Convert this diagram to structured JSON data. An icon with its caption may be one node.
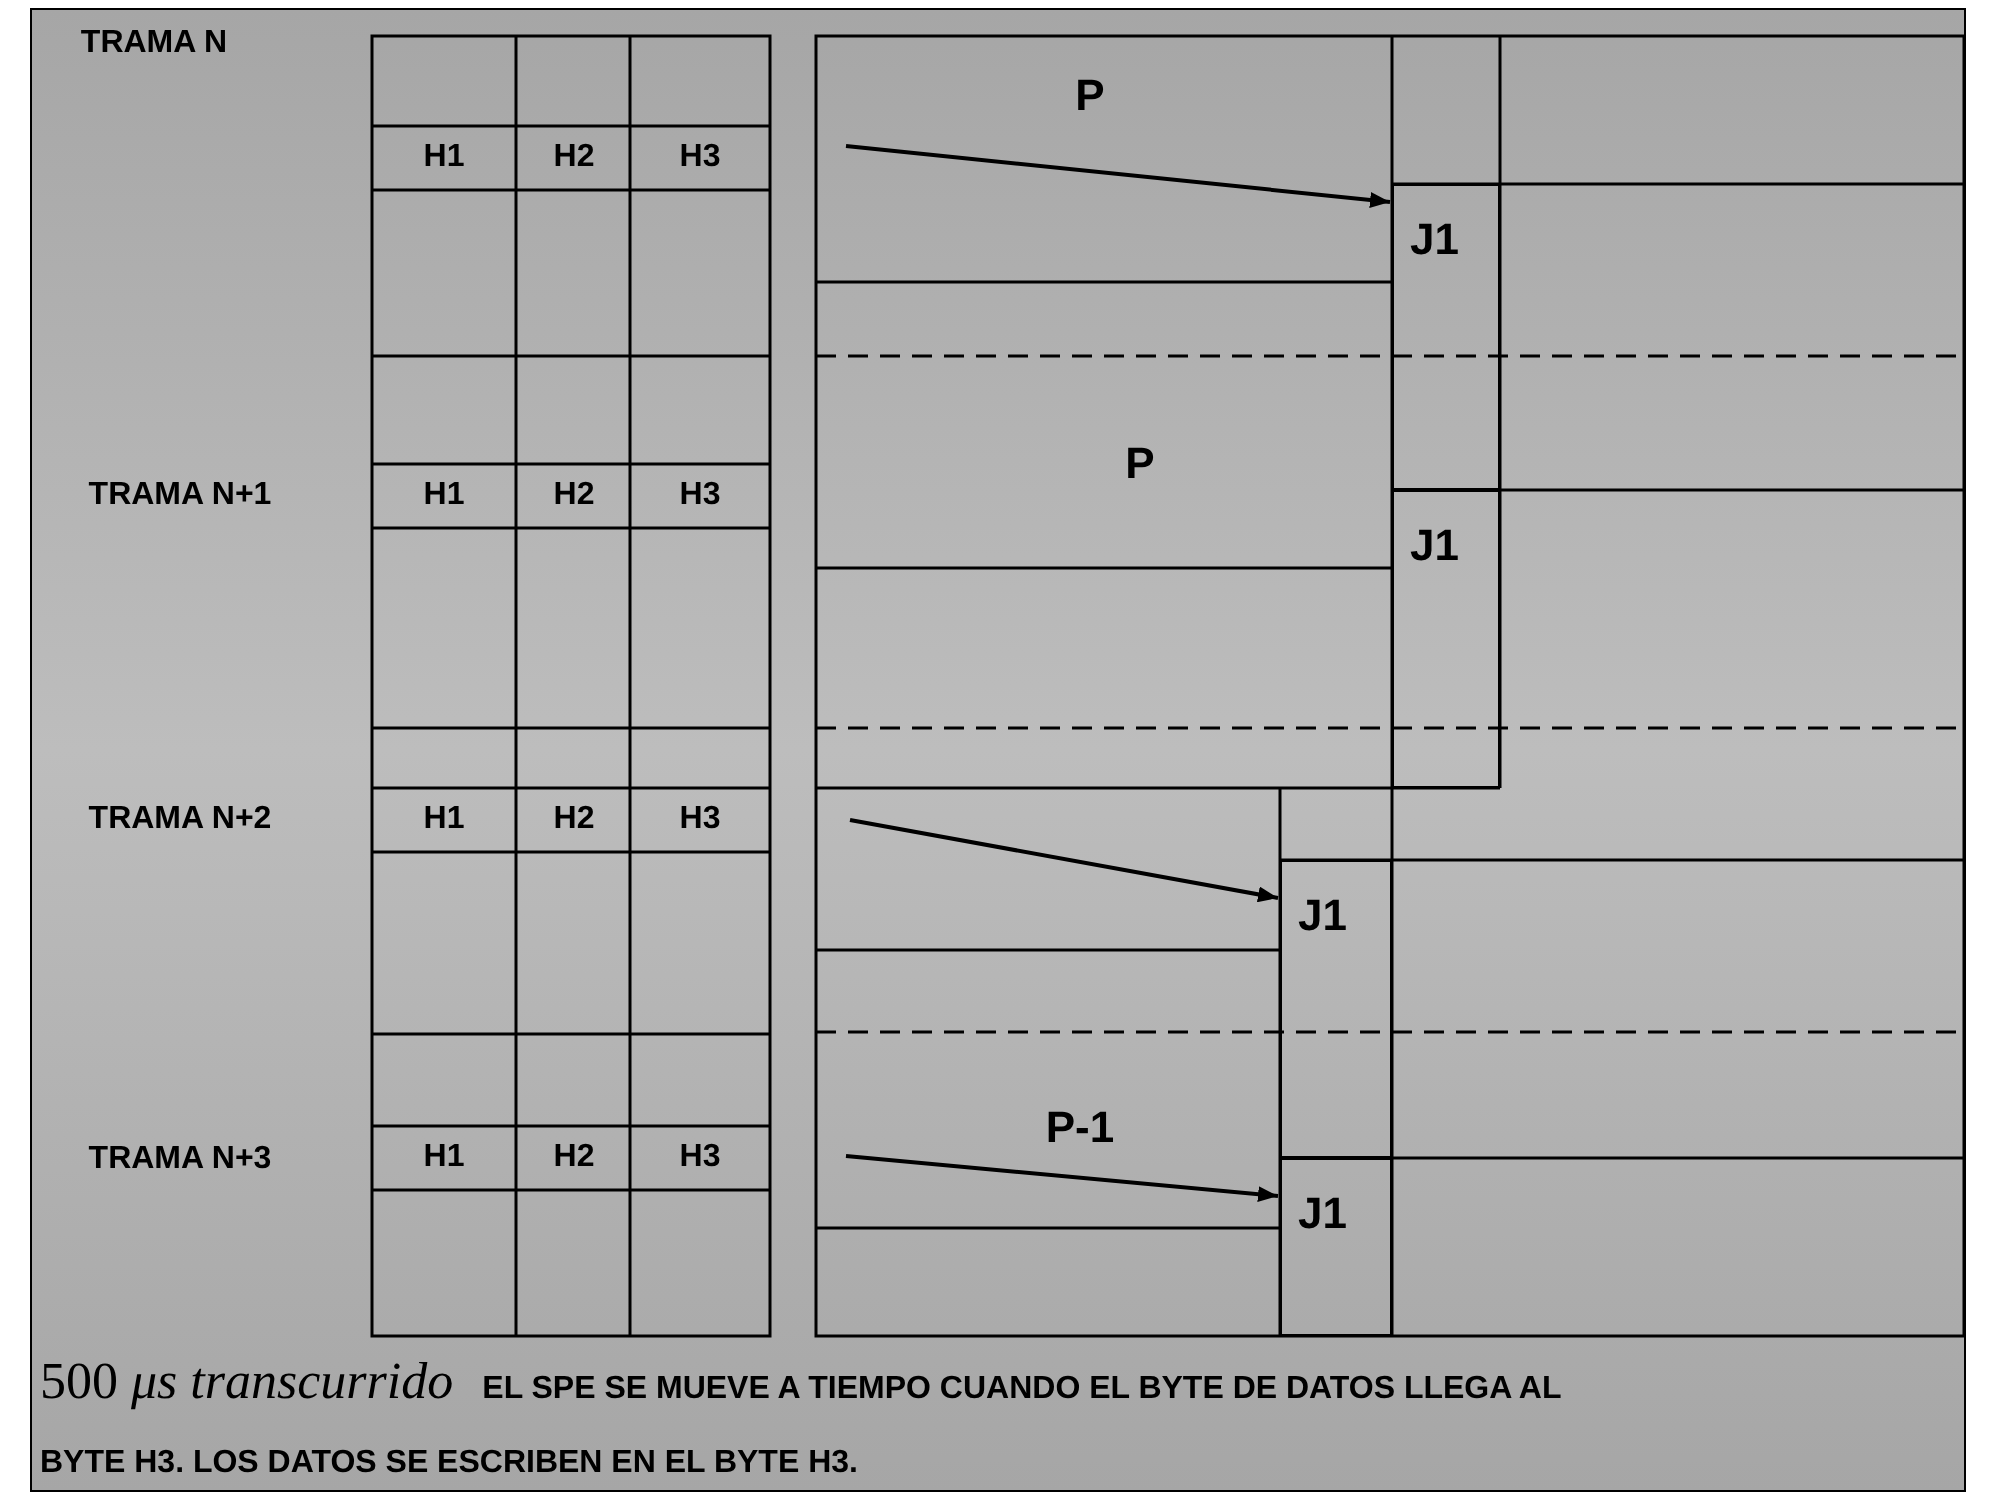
{
  "diagram": {
    "caption": "500 *μs transcurrido* **EL SPE SE MUEVE A TIEMPO CUANDO EL BYTE DE DATOS LLEGA AL BYTE H3.  LOS DATOS SE ESCRIBEN EN EL BYTE H3.**",
    "nodes": [
      {
        "text": [
          "J1"
        ]
      },
      {
        "text": [
          "J1"
        ]
      },
      {
        "text": [
          "J1"
        ]
      },
      {
        "text": [
          "J1"
        ]
      }
    ],
    "edges": [
      {
        "from": null,
        "to": 0,
        "arrow": "to"
      },
      {
        "from": null,
        "to": 2,
        "arrow": "to"
      },
      {
        "from": null,
        "to": 3,
        "arrow": "to"
      }
    ],
    "labels": [
      "TRAMA N",
      "P",
      "H1",
      "H2",
      "H3",
      "P",
      "TRAMA N+1",
      "H1",
      "H2",
      "H3",
      "TRAMA N+2",
      "H1",
      "H2",
      "H3",
      "P-1",
      "TRAMA N+3",
      "H1",
      "H2",
      "H3"
    ]
  }
}
